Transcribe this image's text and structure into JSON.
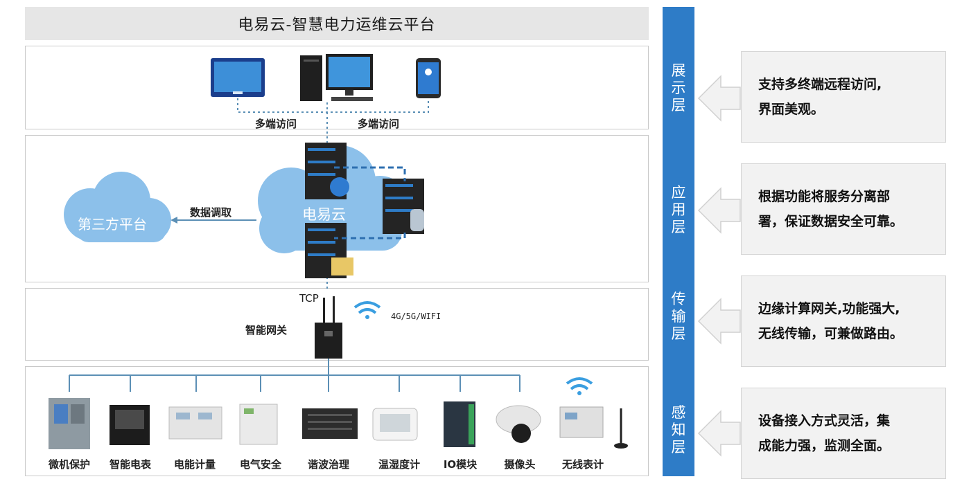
{
  "title": "电易云-智慧电力运维云平台",
  "layers": [
    {
      "label": "展示层",
      "desc_lines": [
        "支持多终端远程访问,",
        "界面美观。"
      ]
    },
    {
      "label": "应用层",
      "desc_lines": [
        "根据功能将服务分离部",
        "署，保证数据安全可靠。"
      ]
    },
    {
      "label": "传输层",
      "desc_lines": [
        "边缘计算网关,功能强大,",
        "无线传输，可兼做路由。"
      ]
    },
    {
      "label": "感知层",
      "desc_lines": [
        "设备接入方式灵活，集",
        "成能力强，监测全面。"
      ]
    }
  ],
  "display_layer": {
    "access_left": "多端访问",
    "access_right": "多端访问"
  },
  "app_layer": {
    "third_party": "第三方平台",
    "data_call": "数据调取",
    "cloud": "电易云"
  },
  "transport_layer": {
    "tcp": "TCP",
    "gateway": "智能网关",
    "network": "4G/5G/WIFI"
  },
  "devices": [
    "微机保护",
    "智能电表",
    "电能计量",
    "电气安全",
    "谐波治理",
    "温湿度计",
    "IO模块",
    "摄像头",
    "无线表计"
  ],
  "colors": {
    "layer_bar": "#2e7cc7",
    "cloud": "#8cc0ea",
    "line": "#5b8fb5"
  }
}
